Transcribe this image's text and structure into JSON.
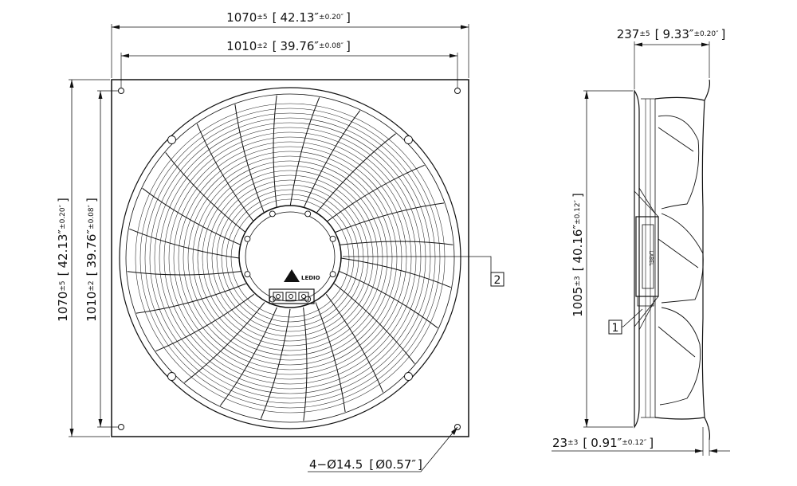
{
  "front_view": {
    "overall_width": {
      "value": "1070",
      "tol": "±5",
      "imperial": "42.13″",
      "imperial_tol": "±0.20″"
    },
    "hole_width": {
      "value": "1010",
      "tol": "±2",
      "imperial": "39.76″",
      "imperial_tol": "±0.08″"
    },
    "overall_height": {
      "value": "1070",
      "tol": "±5",
      "imperial": "42.13″",
      "imperial_tol": "±0.20″"
    },
    "hole_height": {
      "value": "1010",
      "tol": "±2",
      "imperial": "39.76″",
      "imperial_tol": "±0.08″"
    },
    "holes": {
      "label": "4−Ø14.5",
      "imperial": "Ø0.57″"
    },
    "callout_2": "2",
    "brand_logo_text": "LEDIO"
  },
  "side_view": {
    "depth": {
      "value": "237",
      "tol": "±5",
      "imperial": "9.33″",
      "imperial_tol": "±0.20″"
    },
    "height": {
      "value": "1005",
      "tol": "±3",
      "imperial": "40.16″",
      "imperial_tol": "±0.12″"
    },
    "plate_offset": {
      "value": "23",
      "tol": "±3",
      "imperial": "0.91″",
      "imperial_tol": "±0.12″"
    },
    "callout_1": "1",
    "motor_label": "LABEL"
  }
}
